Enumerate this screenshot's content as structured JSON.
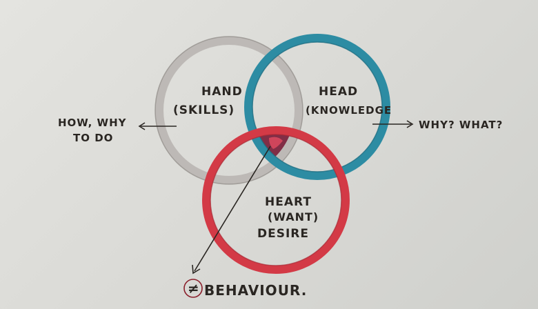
{
  "circles": {
    "hand": {
      "label_line1": "HAND",
      "label_line2": "(SKILLS)",
      "color": "#bdb9b6"
    },
    "head": {
      "label_line1": "HEAD",
      "label_line2": "(KNOWLEDGE",
      "color": "#2d8ca3"
    },
    "heart": {
      "label_line1": "HEART",
      "label_line2": "(WANT)",
      "label_line3": "DESIRE",
      "color": "#d33a46"
    }
  },
  "annotations": {
    "left_line1": "HOW, WHY",
    "left_line2": "TO DO",
    "right": "WHY? WHAT?",
    "bottom_symbol": "≠",
    "bottom": "BEHAVIOUR."
  },
  "colors": {
    "overlap": "#7a1f3a",
    "ink": "#2a2622"
  }
}
